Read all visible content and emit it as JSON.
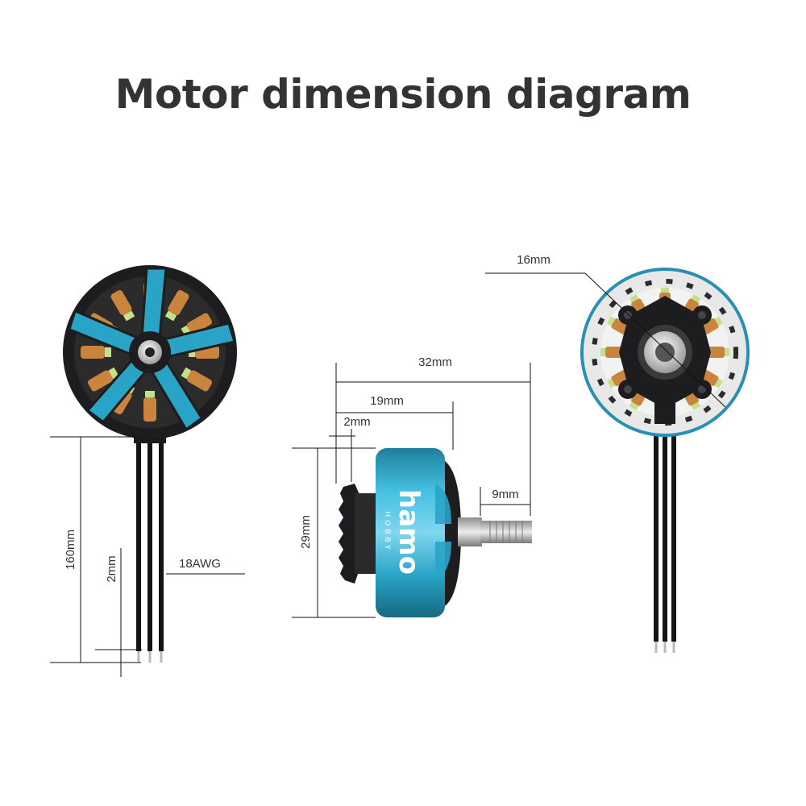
{
  "title": "Motor dimension diagram",
  "dimensions": {
    "lead_length": "160mm",
    "tip_length": "2mm",
    "wire_gauge": "18AWG",
    "overall_length": "32mm",
    "body_length": "19mm",
    "base_thickness": "2mm",
    "shaft_length": "9mm",
    "diameter": "29mm",
    "mount_spacing": "16mm"
  },
  "branding": {
    "logo": "hamo",
    "sublogo": "HOBBY"
  },
  "colors": {
    "accent_blue": "#2aa4c6",
    "stator_copper": "#c9843e",
    "lime_green": "#c5e08a",
    "dark_body": "#1d1d1f",
    "text": "#333333"
  }
}
